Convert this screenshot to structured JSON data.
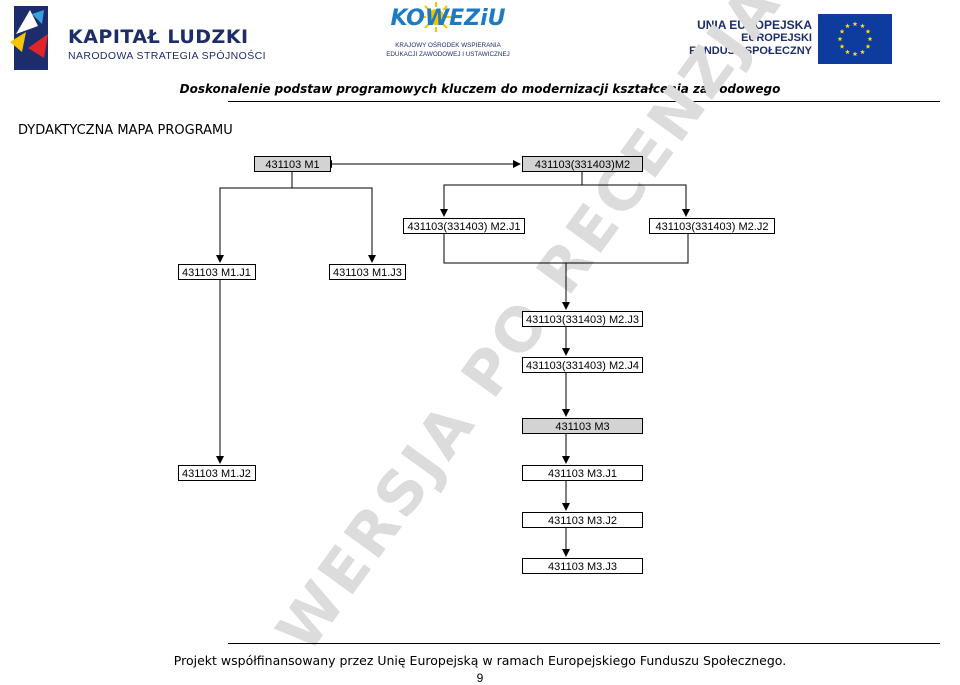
{
  "header": {
    "kapital_title": "KAPITAŁ LUDZKI",
    "kapital_subtitle": "NARODOWA STRATEGIA SPÓJNOŚCI",
    "kowezu_title": "KOWEZiU",
    "kowezu_sub1": "KRAJOWY OŚRODEK WSPIERANIA",
    "kowezu_sub2": "EDUKACJI ZAWODOWEJ I USTAWICZNEJ",
    "eu_line1": "UNIA EUROPEJSKA",
    "eu_line2": "EUROPEJSKI",
    "eu_line3": "FUNDUSZ SPOŁECZNY",
    "tagline": "Doskonalenie podstaw programowych kluczem do modernizacji kształcenia zawodowego"
  },
  "page_title": "DYDAKTYCZNA MAPA PROGRAMU",
  "watermark": "WERSJA PO RECENZJACH",
  "map": {
    "m1": "431103 M1",
    "m2": "431103(331403)M2",
    "m2_j1": "431103(331403) M2.J1",
    "m2_j2": "431103(331403) M2.J2",
    "m1_j1": "431103 M1.J1",
    "m1_j3": "431103 M1.J3",
    "m2_j3": "431103(331403) M2.J3",
    "m2_j4": "431103(331403) M2.J4",
    "m3": "431103 M3",
    "m1_j2": "431103 M1.J2",
    "m3_j1": "431103 M3.J1",
    "m3_j2": "431103 M3.J2",
    "m3_j3": "431103 M3.J3"
  },
  "colors": {
    "module_fill": "#d3d3d3",
    "brand_navy": "#1d2d6b",
    "kowezu_blue": "#1e7bc2",
    "eu_blue": "#0d3b9e",
    "eu_star": "#ffdd00",
    "watermark": "#dcdcdc"
  },
  "footer": {
    "text": "Projekt współfinansowany przez Unię Europejską w ramach Europejskiego Funduszu Społecznego.",
    "page_number": "9"
  }
}
